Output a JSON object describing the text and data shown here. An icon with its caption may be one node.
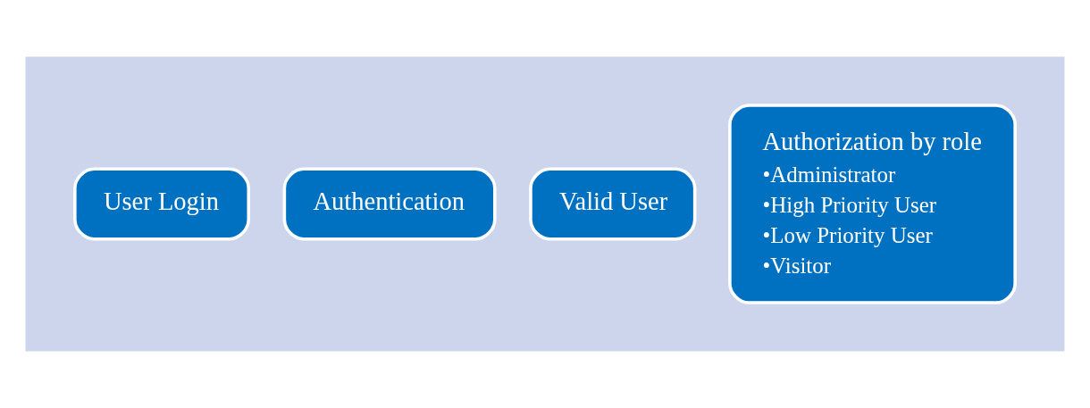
{
  "diagram": {
    "nodes": [
      {
        "text": [],
        "shape": "arrow"
      },
      {
        "text": [
          "User Login"
        ],
        "in": 0
      },
      {
        "text": [
          "Authentication"
        ],
        "in": 0
      },
      {
        "text": [
          "Valid User"
        ],
        "in": 0
      },
      {
        "text": [
          "Authorization by role",
          "•Administrator",
          "•High Priority User",
          "•Low Priority User",
          "•Visitor"
        ],
        "in": 0
      }
    ]
  }
}
